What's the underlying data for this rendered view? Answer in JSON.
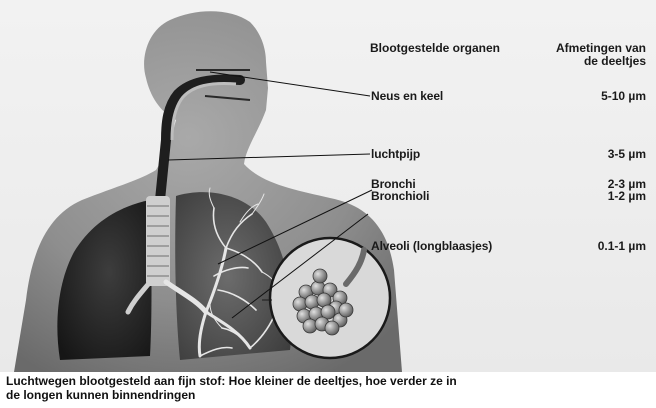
{
  "headers": {
    "organs": "Blootgestelde organen",
    "sizes_line1": "Afmetingen van",
    "sizes_line2": "de deeltjes"
  },
  "rows": [
    {
      "organ": "Neus en keel",
      "size": "5-10 µm"
    },
    {
      "organ": "luchtpijp",
      "size": "3-5 µm"
    },
    {
      "organ": "Bronchi",
      "size": "2-3 µm"
    },
    {
      "organ": "Bronchioli",
      "size": "1-2 µm"
    },
    {
      "organ": "Alveoli (longblaasjes)",
      "size": "0.1-1 µm"
    }
  ],
  "caption": {
    "line1": "Luchtwegen blootgesteld aan fijn stof: Hoe kleiner de deeltjes, hoe verder ze in",
    "line2": "de longen kunnen binnendringen"
  }
}
